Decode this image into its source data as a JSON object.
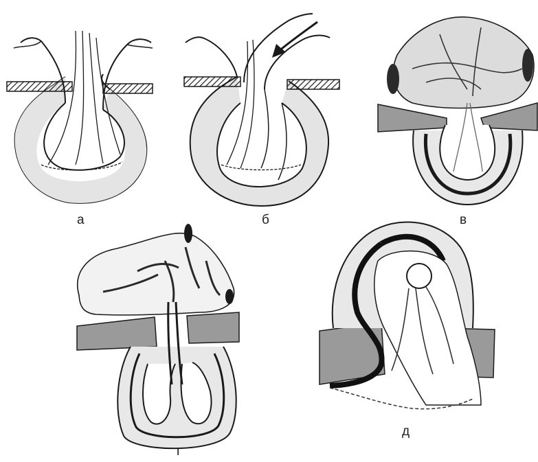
{
  "panels": [
    {
      "id": "a",
      "label": "а"
    },
    {
      "id": "b",
      "label": "б"
    },
    {
      "id": "v",
      "label": "в"
    },
    {
      "id": "g",
      "label": "г"
    },
    {
      "id": "d",
      "label": "д"
    }
  ],
  "colors": {
    "ink": "#1a1a1a",
    "shade": "#9a9a9a",
    "light_shade": "#d6d6d6",
    "background": "#ffffff"
  }
}
